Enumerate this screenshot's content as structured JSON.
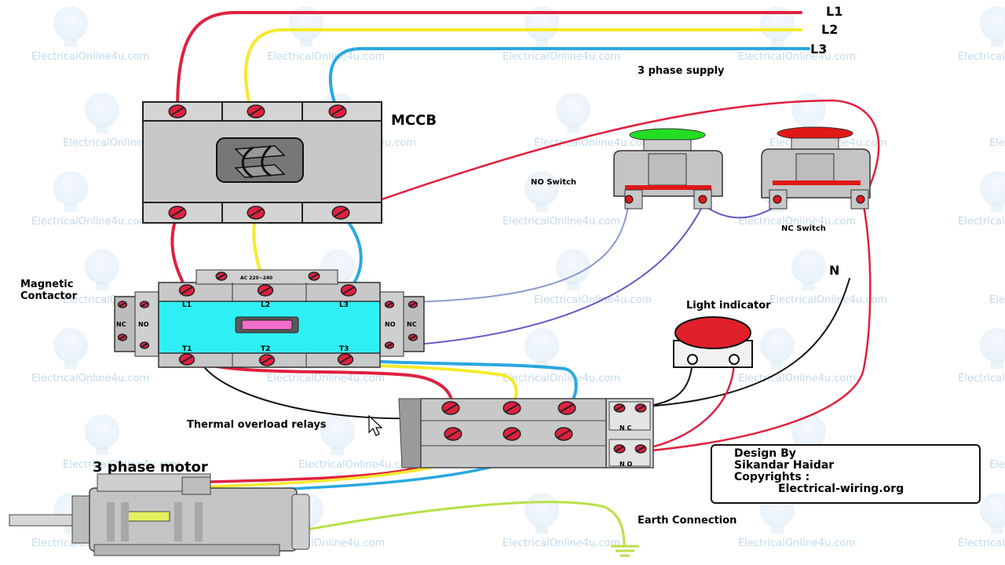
{
  "labels": {
    "l1": "L1",
    "l2": "L2",
    "l3": "L3",
    "supply": "3 phase supply",
    "mccb": "MCCB",
    "no_switch": "NO Switch",
    "nc_switch": "NC Switch",
    "contactor_line1": "Magnetic",
    "contactor_line2": "Contactor",
    "neutral": "N",
    "light_indicator": "Light indicator",
    "overload": "Thermal overload relays",
    "motor": "3 phase motor",
    "earth": "Earth Connection"
  },
  "contactor_terminals": {
    "top": [
      "L1",
      "L2",
      "L3"
    ],
    "bottom": [
      "T1",
      "T2",
      "T3"
    ],
    "coil_label": "AC 220~240",
    "aux_left": [
      "NC",
      "NO"
    ],
    "aux_right": [
      "NO",
      "NC"
    ]
  },
  "overload_aux": {
    "top": "N C",
    "bottom": "N O"
  },
  "credit": {
    "line1": "Design By",
    "line2": "Sikandar Haidar",
    "line3": "Copyrights :",
    "line4": "Electrical-wiring.org"
  },
  "watermark": "ElectricalOnline4u.com",
  "colors": {
    "l1_wire": "#e0203f",
    "l2_wire": "#f4ea2a",
    "l3_wire": "#2aa8e0",
    "control_wire_blue": "#8a9ad0",
    "control_wire_purple": "#6a58c8",
    "neutral_wire": "#111111",
    "earth_wire": "#b8e048",
    "contactor_body": "#2ef0f4",
    "mccb_body": "#c8c8c8",
    "start_button": "#22dd22",
    "stop_button": "#e01818",
    "indicator_lamp": "#e0202a"
  }
}
